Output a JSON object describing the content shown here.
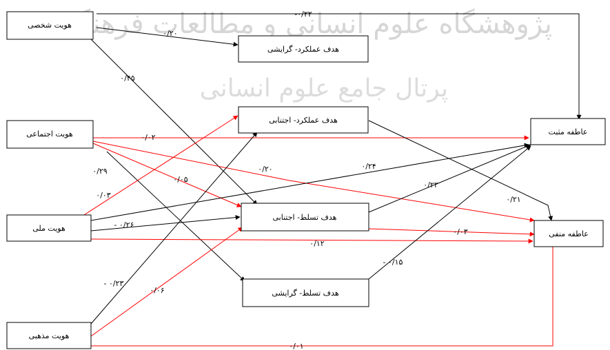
{
  "watermark": {
    "line1": "پژوهشگاه علوم انسانی و مطالعات فرهنگی",
    "line2": "پرتال جامع علوم انسانی"
  },
  "nodes": {
    "personal_identity": "هویت شخصی",
    "social_identity": "هویت اجتماعی",
    "national_identity": "هویت ملی",
    "religious_identity": "هویت مذهبی",
    "performance_approach": "هدف عملکرد- گرایشی",
    "performance_avoidance": "هدف عملکرد- اجتنابی",
    "mastery_avoidance": "هدف تسلط- اجتنابی",
    "mastery_approach": "هدف تسلط- گرایشی",
    "positive_affect": "عاطفه مثبت",
    "negative_affect": "عاطفه منفی"
  },
  "coefficients": {
    "c22": "-۰/۲۲",
    "c20a": "۰/۲۰",
    "c45": "۰/۴۵",
    "c02": "۰/۰۲",
    "c29": "۰/۲۹",
    "c05": "۰/۰۵",
    "c20b": "۰/۲۰",
    "c24": "۰/۲۴",
    "c03a": "۰/۰۳",
    "c26": "- ۰/۲۶",
    "c23a": "۰/۲۳",
    "c21": "۰/۲۱",
    "c03b": "۰/۰۳",
    "c12": "۰/۱۲",
    "c15": "- ۰/۱۵",
    "c23b": "- ۰/۲۳",
    "c06": "۰/۰۶",
    "c01": "۰/۰۱"
  }
}
